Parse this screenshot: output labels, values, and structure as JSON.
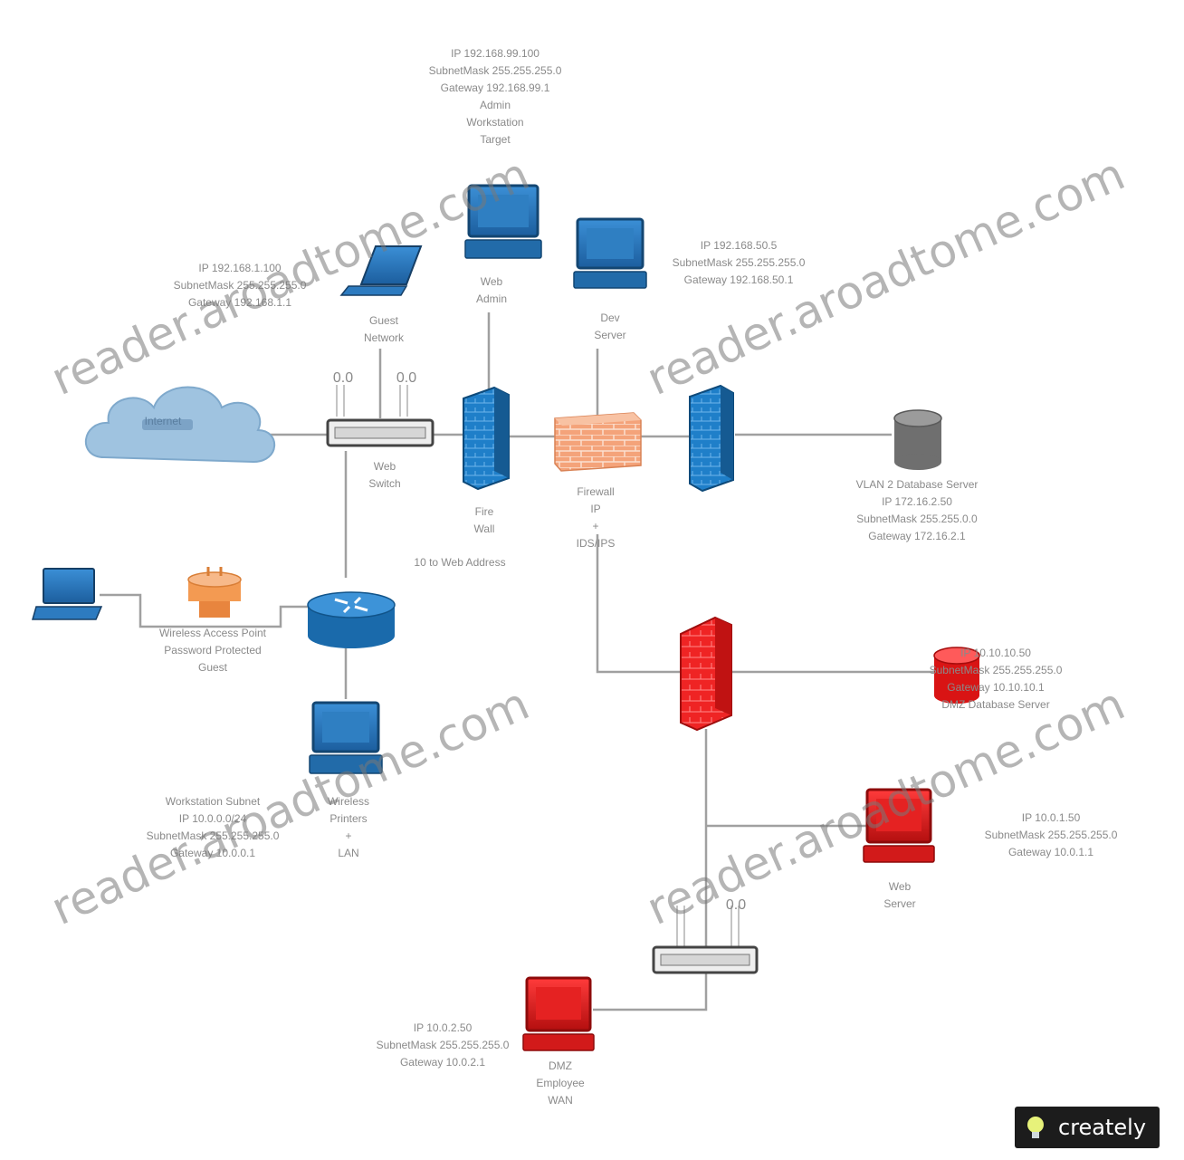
{
  "diagram": {
    "nodes": [
      {
        "id": "internet",
        "type": "cloud",
        "label": "Internet"
      },
      {
        "id": "isp_switch",
        "type": "switch",
        "label": "Web\nSwitch"
      },
      {
        "id": "admin_pc",
        "type": "workstation-blue",
        "label": "Web\nAdmin",
        "note": "IP 192.168.99.100\nSubnetMask 255.255.255.0\nGateway 192.168.99.1\nAdmin\nWorkstation\nTarget"
      },
      {
        "id": "guest_laptop",
        "type": "laptop",
        "label": "Guest\nNetwork",
        "note": "IP 192.168.1.100\nSubnetMask 255.255.255.0\nGateway 192.168.1.1"
      },
      {
        "id": "dev_server",
        "type": "workstation-blue",
        "label": "Dev\nServer",
        "note": "IP 192.168.50.5\nSubnetMask 255.255.255.0\nGateway 192.168.50.1"
      },
      {
        "id": "fw_vlan",
        "type": "firewall-blue",
        "label": "Fire\nWall"
      },
      {
        "id": "brick_fw",
        "type": "firewall-brick",
        "label": "Firewall\nIP\n+\nIDS/IPS"
      },
      {
        "id": "fw_right",
        "type": "firewall-blue",
        "label": ""
      },
      {
        "id": "central_db",
        "type": "database-gray",
        "label": "",
        "note": "VLAN 2 Database Server\nIP 172.16.2.50\nSubnetMask 255.255.0.0\nGateway 172.16.2.1"
      },
      {
        "id": "router",
        "type": "router",
        "label": ""
      },
      {
        "id": "home_laptop",
        "type": "laptop",
        "label": ""
      },
      {
        "id": "wifi_ap",
        "type": "access-point",
        "label": "",
        "note": "Wireless Access Point\nPassword Protected\nGuest"
      },
      {
        "id": "workstation",
        "type": "workstation-blue",
        "label": "Wireless\nPrinters\n+\nLAN",
        "note": "Workstation Subnet\nIP 10.0.0.0/24\nSubnetMask 255.255.255.0\nGateway 10.0.0.1"
      },
      {
        "id": "red_fw",
        "type": "firewall-red",
        "label": ""
      },
      {
        "id": "red_db",
        "type": "database-red",
        "label": "",
        "note": "IP 10.10.10.50\nSubnetMask 255.255.255.0\nGateway 10.10.10.1\nDMZ Database Server"
      },
      {
        "id": "web_server",
        "type": "workstation-red",
        "label": "Web\nServer",
        "note": "IP 10.0.1.50\nSubnetMask 255.255.255.0\nGateway 10.0.1.1"
      },
      {
        "id": "dmz_switch",
        "type": "switch",
        "label": ""
      },
      {
        "id": "employee_pc",
        "type": "workstation-red",
        "label": "DMZ\nEmployee\nWAN",
        "note": "IP 10.0.2.50\nSubnetMask 255.255.255.0\nGateway 10.0.2.1"
      }
    ],
    "edge_labels": [
      "10 to Web Address"
    ],
    "port_marks": [
      "0.0",
      "0.0",
      "0.0"
    ],
    "watermark": "reader.aroadtome.com",
    "badge": "creately"
  }
}
